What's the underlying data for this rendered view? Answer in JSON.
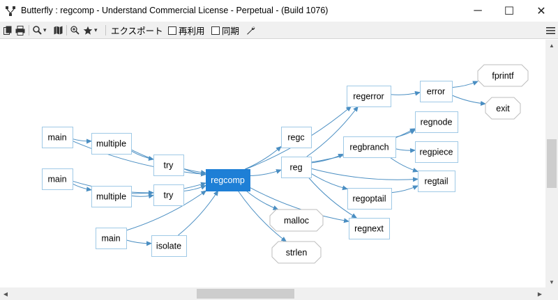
{
  "window": {
    "title": "Butterfly : regcomp - Understand Commercial License - Perpetual - (Build 1076)",
    "min_glyph": "─",
    "max_glyph": "☐",
    "close_glyph": "✕"
  },
  "toolbar": {
    "export_label": "エクスポート",
    "reuse_label": "再利用",
    "sync_label": "同期",
    "caret": "▾"
  },
  "scrollbars": {
    "up": "▲",
    "down": "▼",
    "left": "◀",
    "right": "▶"
  },
  "colors": {
    "node_border": "#9fc9e6",
    "edge": "#4a8ec2",
    "focus_fill": "#1e7fd6",
    "focus_text": "#ffffff",
    "octagon_border": "#bdbdbd"
  },
  "graph": {
    "nodes": [
      {
        "id": "main1",
        "label": "main",
        "shape": "box"
      },
      {
        "id": "multiple1",
        "label": "multiple",
        "shape": "box"
      },
      {
        "id": "try1",
        "label": "try",
        "shape": "box"
      },
      {
        "id": "main2",
        "label": "main",
        "shape": "box"
      },
      {
        "id": "multiple2",
        "label": "multiple",
        "shape": "box"
      },
      {
        "id": "try2",
        "label": "try",
        "shape": "box"
      },
      {
        "id": "main3",
        "label": "main",
        "shape": "box"
      },
      {
        "id": "isolate",
        "label": "isolate",
        "shape": "box"
      },
      {
        "id": "regcomp",
        "label": "regcomp",
        "shape": "focus"
      },
      {
        "id": "regc",
        "label": "regc",
        "shape": "box"
      },
      {
        "id": "reg",
        "label": "reg",
        "shape": "box"
      },
      {
        "id": "malloc",
        "label": "malloc",
        "shape": "octagon"
      },
      {
        "id": "strlen",
        "label": "strlen",
        "shape": "octagon"
      },
      {
        "id": "regerror",
        "label": "regerror",
        "shape": "box"
      },
      {
        "id": "regbranch",
        "label": "regbranch",
        "shape": "box"
      },
      {
        "id": "regoptail",
        "label": "regoptail",
        "shape": "box"
      },
      {
        "id": "regnext",
        "label": "regnext",
        "shape": "box"
      },
      {
        "id": "error",
        "label": "error",
        "shape": "box"
      },
      {
        "id": "regnode",
        "label": "regnode",
        "shape": "box"
      },
      {
        "id": "regpiece",
        "label": "regpiece",
        "shape": "box"
      },
      {
        "id": "regtail",
        "label": "regtail",
        "shape": "box"
      },
      {
        "id": "fprintf",
        "label": "fprintf",
        "shape": "octagon"
      },
      {
        "id": "exit",
        "label": "exit",
        "shape": "octagon"
      }
    ],
    "edges": [
      [
        "main1",
        "multiple1"
      ],
      [
        "main1",
        "regcomp"
      ],
      [
        "multiple1",
        "try1"
      ],
      [
        "multiple1",
        "regcomp"
      ],
      [
        "try1",
        "regcomp"
      ],
      [
        "main2",
        "multiple2"
      ],
      [
        "main2",
        "try2"
      ],
      [
        "multiple2",
        "try2"
      ],
      [
        "multiple2",
        "regcomp"
      ],
      [
        "try2",
        "regcomp"
      ],
      [
        "main3",
        "isolate"
      ],
      [
        "main3",
        "regcomp"
      ],
      [
        "isolate",
        "regcomp"
      ],
      [
        "regcomp",
        "regerror"
      ],
      [
        "regcomp",
        "regc"
      ],
      [
        "regcomp",
        "reg"
      ],
      [
        "regcomp",
        "malloc"
      ],
      [
        "regcomp",
        "strlen"
      ],
      [
        "regcomp",
        "regnext"
      ],
      [
        "reg",
        "regerror"
      ],
      [
        "reg",
        "regnode"
      ],
      [
        "reg",
        "regbranch"
      ],
      [
        "reg",
        "regtail"
      ],
      [
        "reg",
        "regoptail"
      ],
      [
        "reg",
        "regnext"
      ],
      [
        "regerror",
        "error"
      ],
      [
        "error",
        "fprintf"
      ],
      [
        "error",
        "exit"
      ],
      [
        "regbranch",
        "regnode"
      ],
      [
        "regbranch",
        "regpiece"
      ],
      [
        "regbranch",
        "regtail"
      ],
      [
        "regoptail",
        "regtail"
      ]
    ]
  }
}
